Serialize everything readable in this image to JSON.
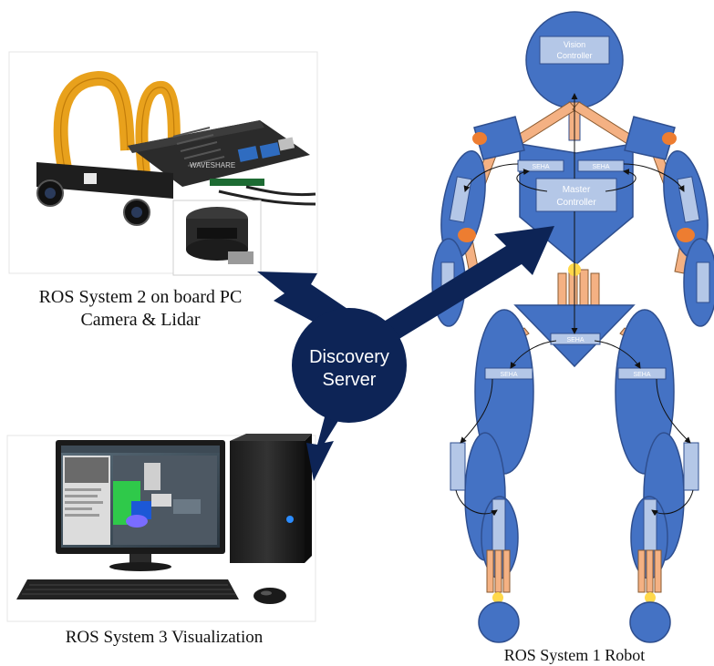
{
  "central": {
    "line1": "Discovery",
    "line2": "Server"
  },
  "systems": {
    "system2": {
      "line1": "ROS System 2 on board PC",
      "line2": "Camera & Lidar"
    },
    "system3": {
      "label": "ROS System 3  Visualization"
    },
    "system1": {
      "label": "ROS System 1  Robot"
    }
  },
  "robot": {
    "vision_controller": {
      "line1": "Vision",
      "line2": "Controller"
    },
    "master_controller": {
      "line1": "Master",
      "line2": "Controller"
    },
    "module_label": "SEHA"
  },
  "board_brand": "WAVESHARE",
  "colors": {
    "arrow": "#0d2456",
    "robot_fill": "#4472c4",
    "robot_edge": "#2f4f8f",
    "box_fill": "#b4c7e7",
    "joint": "#f4b183",
    "accent_orange": "#ed7d31",
    "yellow": "#ffd84a"
  }
}
